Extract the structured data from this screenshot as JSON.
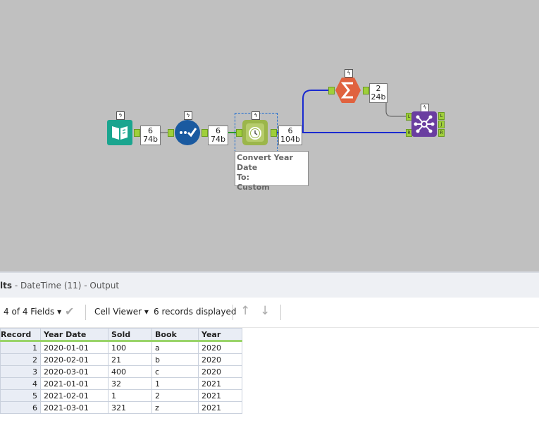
{
  "workflow": {
    "tools": [
      {
        "name": "input-data",
        "color": "#1aa58f"
      },
      {
        "name": "select",
        "color": "#1a5aa0"
      },
      {
        "name": "datetime",
        "color": "#9bb64a"
      },
      {
        "name": "summarize",
        "color": "#e0623f"
      },
      {
        "name": "join",
        "color": "#6a3ea0"
      }
    ],
    "badges": [
      {
        "count": "6",
        "size": "74b"
      },
      {
        "count": "6",
        "size": "74b"
      },
      {
        "count": "6",
        "size": "104b"
      },
      {
        "count": "2",
        "size": "24b"
      }
    ],
    "bolt_glyph": "ϟ",
    "annotation": {
      "line1": "Convert Year Date",
      "line2": "To:",
      "line3": "Custom"
    },
    "join_ports": {
      "in_left": "L",
      "in_right": "R",
      "out_left": "L",
      "out_join": "J",
      "out_right": "R"
    }
  },
  "results": {
    "title_prefix": "lts",
    "title_rest": " - DateTime (11) - Output"
  },
  "toolbar": {
    "fields": "4 of 4 Fields",
    "viewer": "Cell Viewer",
    "records": "6 records displayed",
    "dropdown_glyph": "▾",
    "check_glyph": "✔",
    "up_glyph": "↑",
    "down_glyph": "↓"
  },
  "grid": {
    "headers": [
      "Record",
      "Year Date",
      "Sold",
      "Book",
      "Year"
    ],
    "rows": [
      [
        "1",
        "2020-01-01",
        "100",
        "a",
        "2020"
      ],
      [
        "2",
        "2020-02-01",
        "21",
        "b",
        "2020"
      ],
      [
        "3",
        "2020-03-01",
        "400",
        "c",
        "2020"
      ],
      [
        "4",
        "2021-01-01",
        "32",
        "1",
        "2021"
      ],
      [
        "5",
        "2021-02-01",
        "1",
        "2",
        "2021"
      ],
      [
        "6",
        "2021-03-01",
        "321",
        "z",
        "2021"
      ]
    ]
  }
}
